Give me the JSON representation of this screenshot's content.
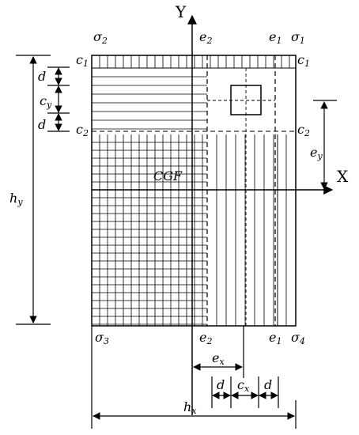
{
  "axes": {
    "x": "X",
    "y": "Y",
    "centroid": "CGF"
  },
  "corner_stresses": {
    "top_left": {
      "base": "σ",
      "sub": "2"
    },
    "top_right": {
      "base": "σ",
      "sub": "1"
    },
    "bottom_left": {
      "base": "σ",
      "sub": "3"
    },
    "bottom_right": {
      "base": "σ",
      "sub": "4"
    }
  },
  "eccentricity_lines": {
    "e2_top": {
      "base": "e",
      "sub": "2"
    },
    "e1_top": {
      "base": "e",
      "sub": "1"
    },
    "e2_bottom": {
      "base": "e",
      "sub": "2"
    },
    "e1_bottom": {
      "base": "e",
      "sub": "1"
    }
  },
  "row_labels": {
    "c1_left": {
      "base": "c",
      "sub": "1"
    },
    "c1_right": {
      "base": "c",
      "sub": "1"
    },
    "c2_left": {
      "base": "c",
      "sub": "2"
    },
    "c2_right": {
      "base": "c",
      "sub": "2"
    }
  },
  "dimensions": {
    "d_top": "d",
    "cy": {
      "base": "c",
      "sub": "y"
    },
    "d_mid": "d",
    "hy": {
      "base": "h",
      "sub": "y"
    },
    "ey": {
      "base": "e",
      "sub": "y"
    },
    "ex": {
      "base": "e",
      "sub": "x"
    },
    "d_left": "d",
    "cx": {
      "base": "c",
      "sub": "x"
    },
    "d_right": "d",
    "hx": {
      "base": "h",
      "sub": "x"
    }
  }
}
